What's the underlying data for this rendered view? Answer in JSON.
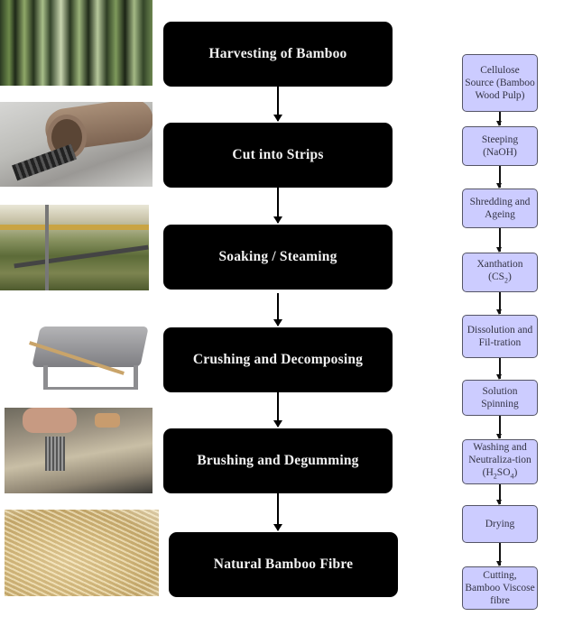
{
  "left_flow": {
    "steps": [
      {
        "label": "Harvesting of Bamboo",
        "photo": "bamboo-forest"
      },
      {
        "label": "Cut into Strips",
        "photo": "bamboo-cutting-machine"
      },
      {
        "label": "Soaking / Steaming",
        "photo": "soaking-tank"
      },
      {
        "label": "Crushing and Decomposing",
        "photo": "crushing-machine"
      },
      {
        "label": "Brushing and Degumming",
        "photo": "brushing-fibres"
      },
      {
        "label": "Natural Bamboo Fibre",
        "photo": "natural-fibre-bundle"
      }
    ]
  },
  "right_flow": {
    "steps": [
      {
        "label": "Cellulose Source (Bamboo Wood Pulp)"
      },
      {
        "label": "Steeping (NaOH)"
      },
      {
        "label": "Shredding and Ageing"
      },
      {
        "label": "Xanthation",
        "formula": "(CS",
        "sub": "2",
        "formula_end": ")"
      },
      {
        "label": "Dissolution and Fil-tration"
      },
      {
        "label": "Solution Spinning"
      },
      {
        "label": "Washing and Neutraliza-tion",
        "formula": "(H",
        "sub": "2",
        "mid": "SO",
        "sub2": "4",
        "formula_end": ")"
      },
      {
        "label": "Drying"
      },
      {
        "label": "Cutting, Bamboo Viscose fibre"
      }
    ]
  },
  "colors": {
    "left_box_fill": "#000000",
    "left_box_text": "#f2f2f2",
    "right_box_fill": "#ccccff",
    "right_box_border": "#555566",
    "arrow": "#000000"
  }
}
